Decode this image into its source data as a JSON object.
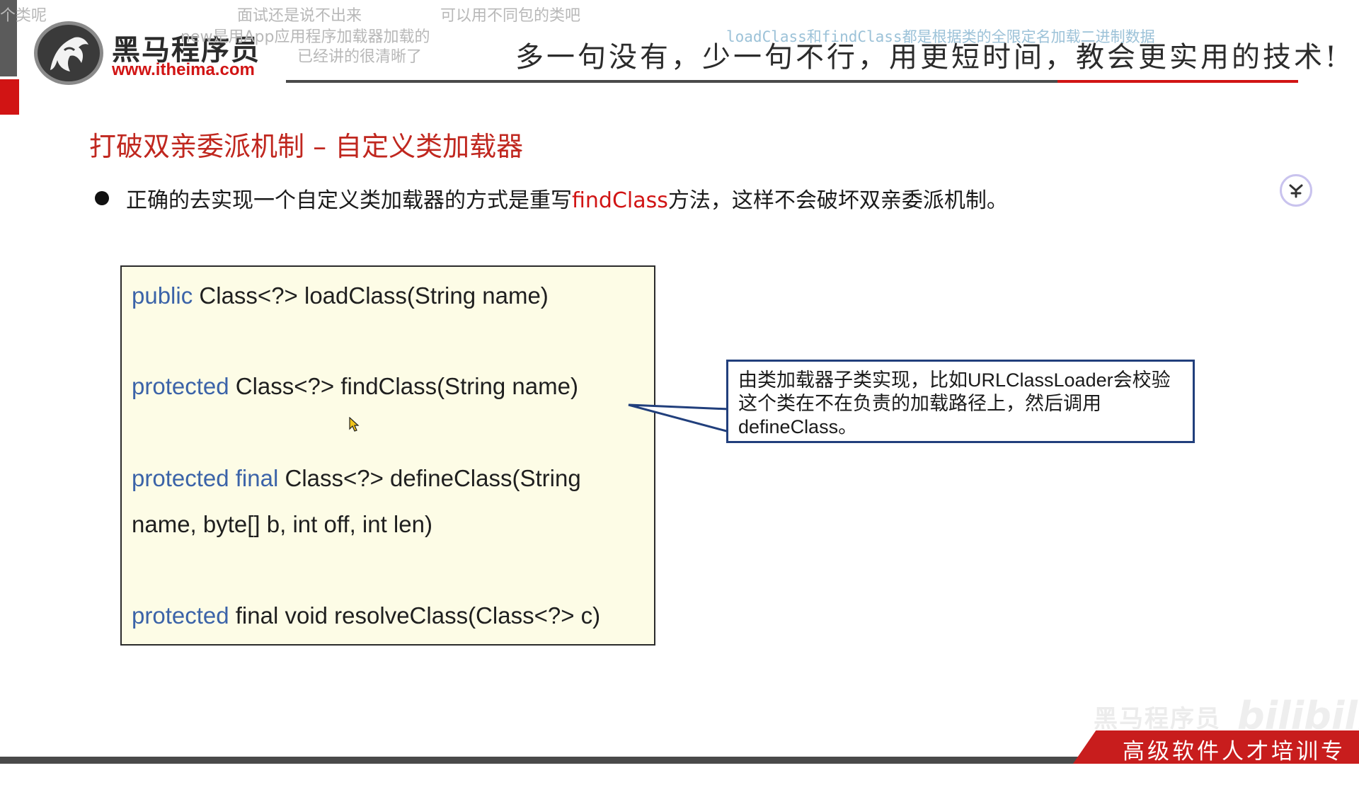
{
  "header": {
    "logo_name": "黑马程序员",
    "logo_url": "www.itheima.com",
    "slogan": "多一句没有，少一句不行，用更短时间，教会更实用的技术!"
  },
  "danmaku": [
    "个类呢",
    "面试还是说不出来",
    "可以用不同包的类吧",
    "new是用App应用程序加载器加载的",
    "已经讲的很清晰了",
    "loadClass和findClass都是根据类的全限定名加载二进制数据"
  ],
  "slide": {
    "title": "打破双亲委派机制 – 自定义类加载器",
    "bullet_pre": "正确的去实现一个自定义类加载器的方式是重写",
    "bullet_highlight": "findClass",
    "bullet_post": "方法，这样不会破坏双亲委派机制。"
  },
  "code": {
    "line1_kw": "public",
    "line1_rest": " Class<?> loadClass(String name)",
    "line2_kw": "protected",
    "line2_rest": " Class<?> findClass(String name)",
    "line3_kw": "protected final",
    "line3_rest": " Class<?> defineClass(String",
    "line4": "name, byte[] b, int off, int len)",
    "line5_kw": "protected",
    "line5_rest": " final void resolveClass(Class<?> c)"
  },
  "callout": {
    "text": "由类加载器子类实现，比如URLClassLoader会校验这个类在不在负责的加载路径上，然后调用defineClass。"
  },
  "footer": {
    "banner": "高级软件人才培训专家",
    "watermark": "黑马程序员",
    "watermark_site": "bilibili"
  },
  "colors": {
    "accent_red": "#d11414",
    "keyword_blue": "#3b63a8",
    "callout_border": "#213f7c",
    "code_bg": "#fdfce6"
  },
  "icons": [
    "horse-logo-icon",
    "side-circle-icon",
    "mouse-cursor-icon"
  ]
}
